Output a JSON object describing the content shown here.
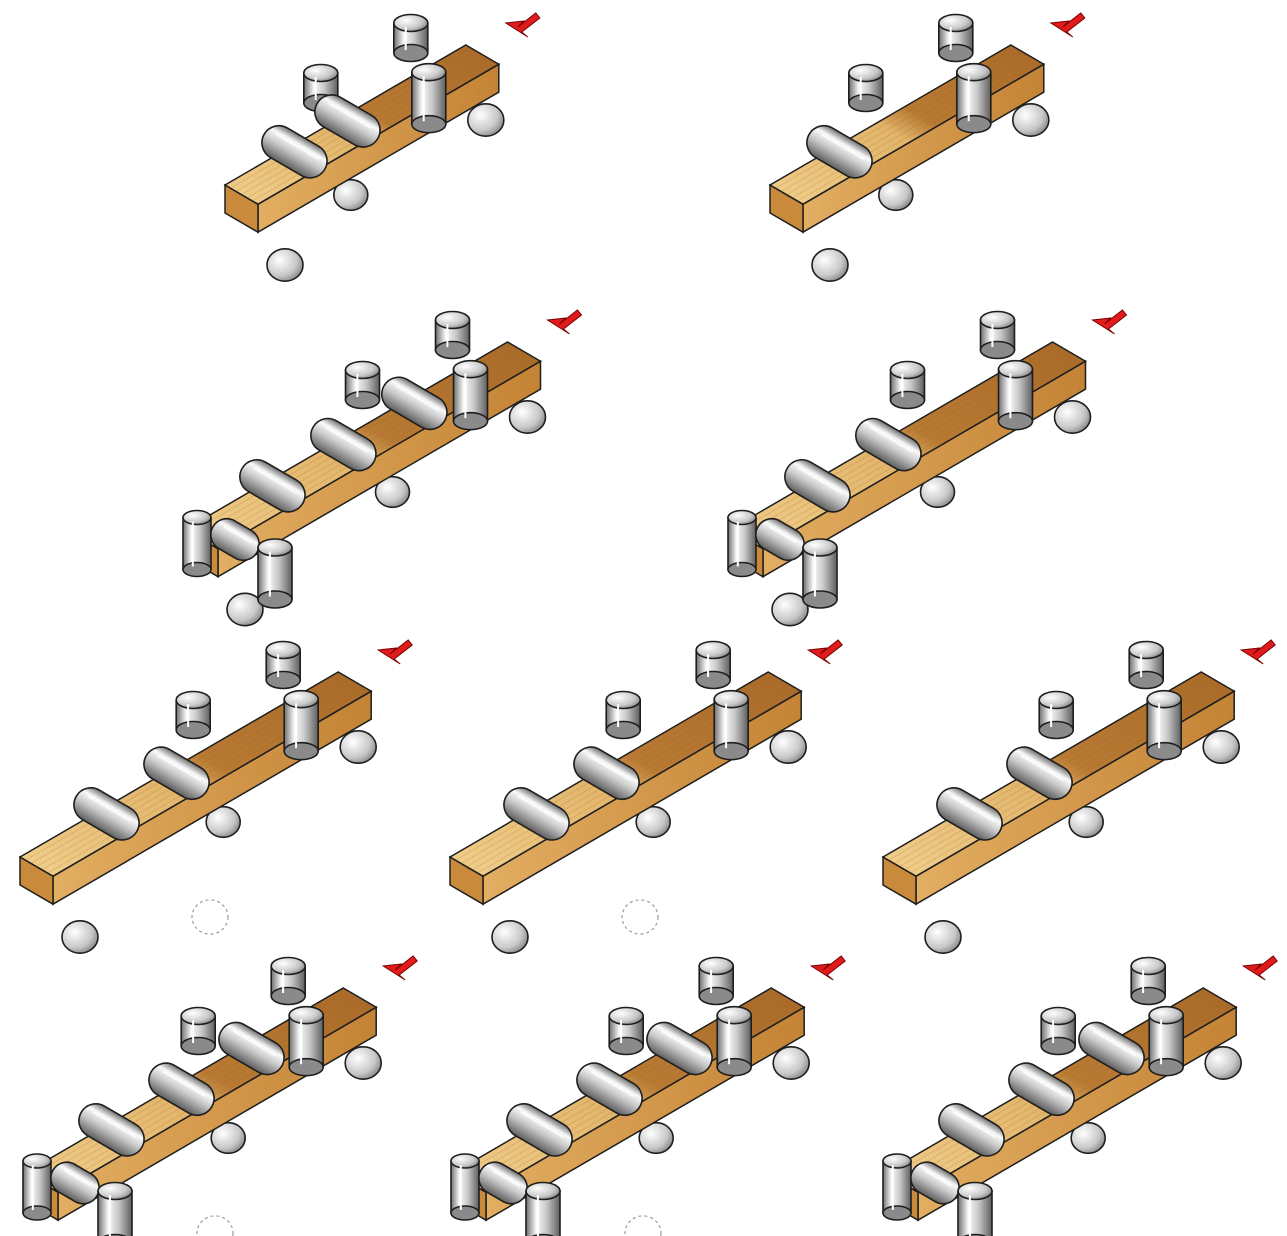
{
  "figure": {
    "background": "#ffffff",
    "panels": [
      {
        "id": "p1",
        "roller_count": 2,
        "guide_rollers": "none",
        "short_workpiece": false,
        "ghost_roller": false
      },
      {
        "id": "p2",
        "roller_count": 1,
        "guide_rollers": "none",
        "short_workpiece": false,
        "ghost_roller": false
      },
      {
        "id": "p3",
        "roller_count": 3,
        "guide_rollers": "end",
        "short_workpiece": true,
        "ghost_roller": false
      },
      {
        "id": "p4",
        "roller_count": 2,
        "guide_rollers": "end",
        "short_workpiece": true,
        "ghost_roller": false
      },
      {
        "id": "p5",
        "roller_count": 2,
        "guide_rollers": "none",
        "short_workpiece": false,
        "ghost_roller": true
      },
      {
        "id": "p6",
        "roller_count": 2,
        "guide_rollers": "none",
        "short_workpiece": false,
        "ghost_roller": true
      },
      {
        "id": "p7",
        "roller_count": 2,
        "guide_rollers": "none",
        "short_workpiece": false,
        "ghost_roller": false
      },
      {
        "id": "p8",
        "roller_count": 3,
        "guide_rollers": "end",
        "short_workpiece": true,
        "ghost_roller": true
      },
      {
        "id": "p9",
        "roller_count": 3,
        "guide_rollers": "end",
        "short_workpiece": true,
        "ghost_roller": true
      },
      {
        "id": "p10",
        "roller_count": 3,
        "guide_rollers": "end",
        "short_workpiece": true,
        "ghost_roller": false
      }
    ],
    "colors": {
      "wood_top": "#e9c27a",
      "wood_top_dark": "#b0702a",
      "wood_side": "#d99a4a",
      "wood_front": "#c98a3c",
      "roller_light": "#fafafa",
      "roller_mid": "#c8c8c8",
      "roller_dark": "#6e6e6e",
      "outline": "#1e1e1e",
      "arrow": "#e01b1b"
    },
    "icons": {
      "feed_arrow": "red-arrow-icon",
      "roller": "roller-icon",
      "workpiece": "wood-beam-icon"
    }
  }
}
